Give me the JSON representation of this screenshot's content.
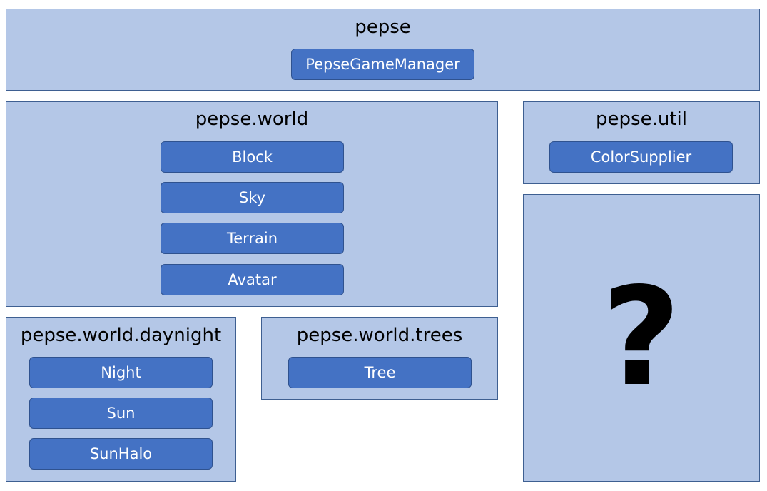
{
  "packages": {
    "pepse": {
      "title": "pepse",
      "classes": [
        "PepseGameManager"
      ]
    },
    "world": {
      "title": "pepse.world",
      "classes": [
        "Block",
        "Sky",
        "Terrain",
        "Avatar"
      ]
    },
    "util": {
      "title": "pepse.util",
      "classes": [
        "ColorSupplier"
      ]
    },
    "unknown": {
      "symbol": "?"
    },
    "daynight": {
      "title": "pepse.world.daynight",
      "classes": [
        "Night",
        "Sun",
        "SunHalo"
      ]
    },
    "trees": {
      "title": "pepse.world.trees",
      "classes": [
        "Tree"
      ]
    }
  },
  "colors": {
    "package_fill": "#b4c7e7",
    "package_border": "#3e5f91",
    "class_fill": "#4472c4",
    "class_border": "#2f528f",
    "class_text": "#ffffff"
  }
}
